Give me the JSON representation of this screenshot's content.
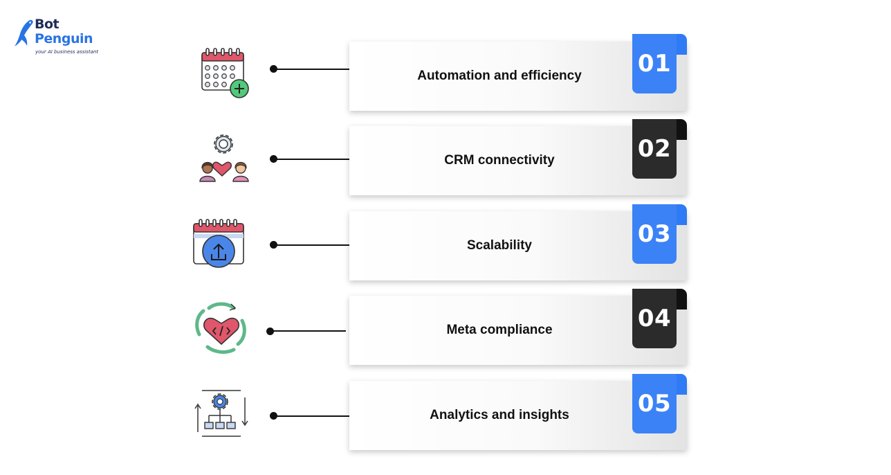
{
  "brand": {
    "name_line1": "Bot",
    "name_line2": "Penguin",
    "tagline": "your AI business assistant",
    "colors": {
      "navy": "#1f2b56",
      "blue": "#2874e4"
    }
  },
  "colors": {
    "blue_badge": "#3b82f6",
    "dark_badge": "#2b2b2b",
    "connector": "#111111"
  },
  "items": [
    {
      "number": "01",
      "label": "Automation and efficiency",
      "badge_style": "blue",
      "icon": "calendar-add-icon"
    },
    {
      "number": "02",
      "label": "CRM connectivity",
      "badge_style": "dark",
      "icon": "people-heart-gear-icon"
    },
    {
      "number": "03",
      "label": "Scalability",
      "badge_style": "blue",
      "icon": "calendar-upload-icon"
    },
    {
      "number": "04",
      "label": "Meta compliance",
      "badge_style": "dark",
      "icon": "heart-code-cycle-icon"
    },
    {
      "number": "05",
      "label": "Analytics and insights",
      "badge_style": "blue",
      "icon": "workflow-gear-icon"
    }
  ]
}
